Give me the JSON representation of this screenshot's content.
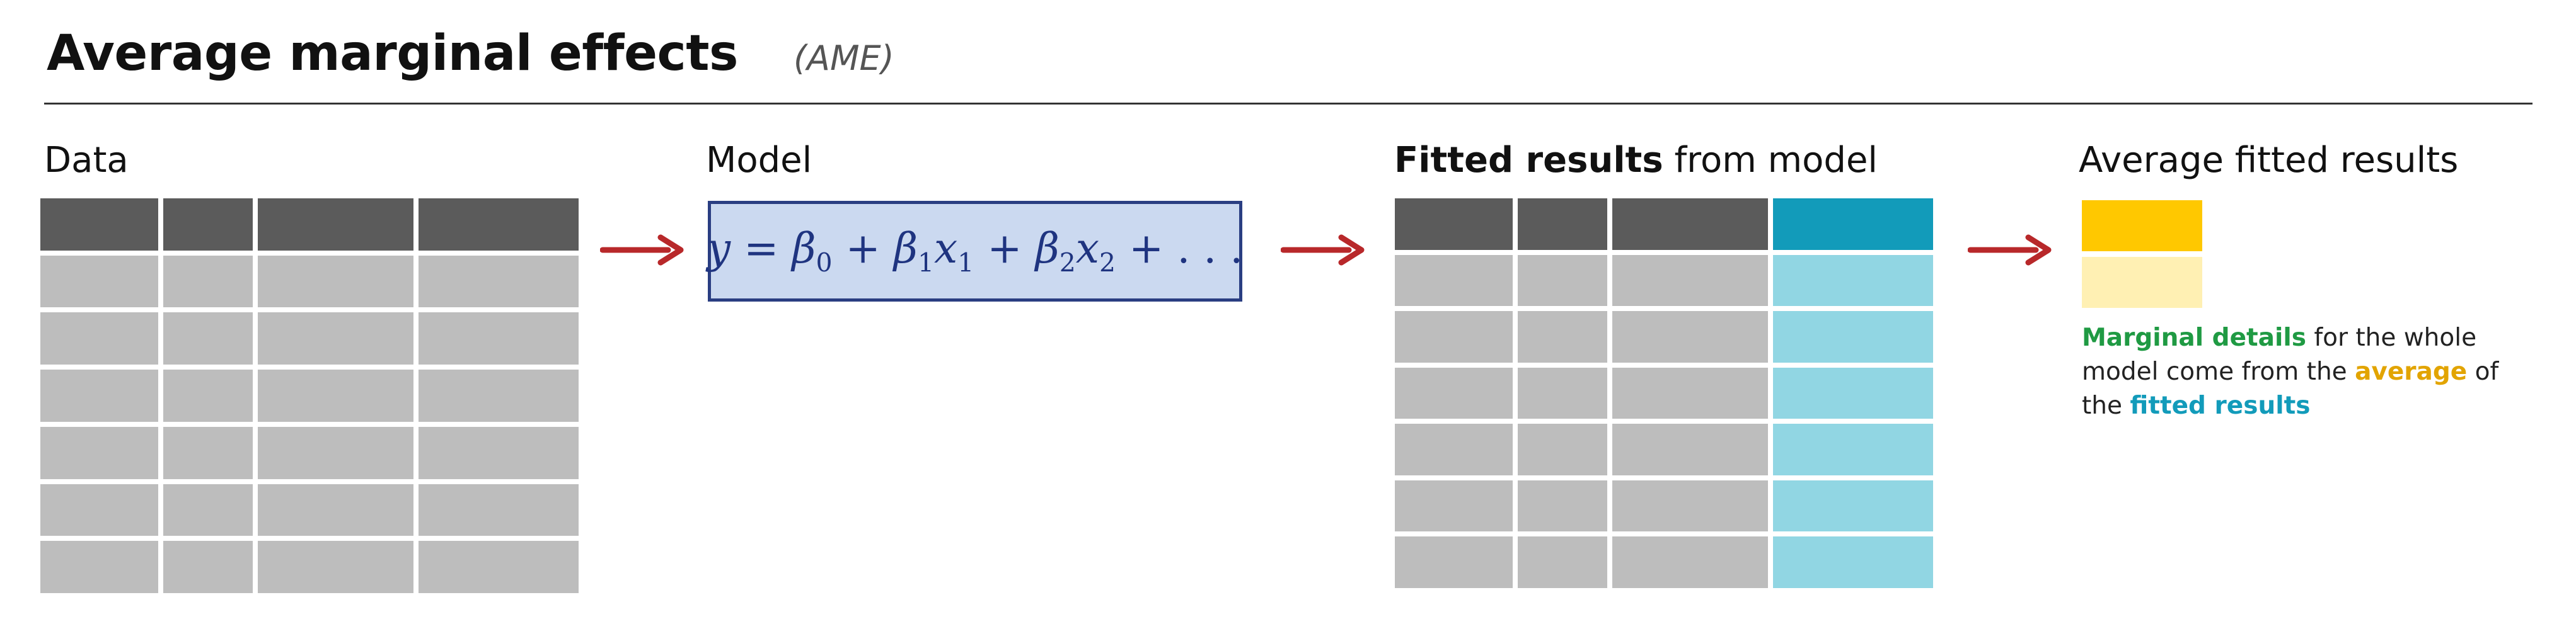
{
  "header": {
    "title": "Average marginal effects",
    "abbreviation": "(AME)"
  },
  "sections": {
    "data": {
      "title": "Data"
    },
    "model": {
      "title": "Model",
      "equation": {
        "lhs": "y",
        "eq": "=",
        "b0": "β",
        "b0_sub": "0",
        "plus1": "+",
        "b1": "β",
        "b1_sub": "1",
        "x1": "x",
        "x1_sub": "1",
        "plus2": "+",
        "b2": "β",
        "b2_sub": "2",
        "x2": "x",
        "x2_sub": "2",
        "plus3": "+",
        "ellipsis": ". . ."
      }
    },
    "fitted": {
      "title_bold": "Fitted results",
      "title_rest": " from model"
    },
    "average": {
      "title": "Average fitted results",
      "note": {
        "part1": "Marginal details",
        "part2": " for the whole model come from the ",
        "part3": "average",
        "part4": " of the ",
        "part5": "fitted results"
      }
    }
  },
  "colors": {
    "header_cell": "#5b5b5b",
    "data_cell": "#bdbdbd",
    "fitted_header": "#129bba",
    "fitted_cell": "#91d6e3",
    "model_fill": "#cbd9f0",
    "model_border": "#2a3e82",
    "average_top": "#ffc800",
    "average_bottom": "#fff0b3",
    "arrow": "#b8282a",
    "accent_green": "#1f9a43",
    "accent_orange": "#e2a400",
    "accent_teal": "#129bba"
  },
  "icons": [
    "arrow-right-icon"
  ]
}
